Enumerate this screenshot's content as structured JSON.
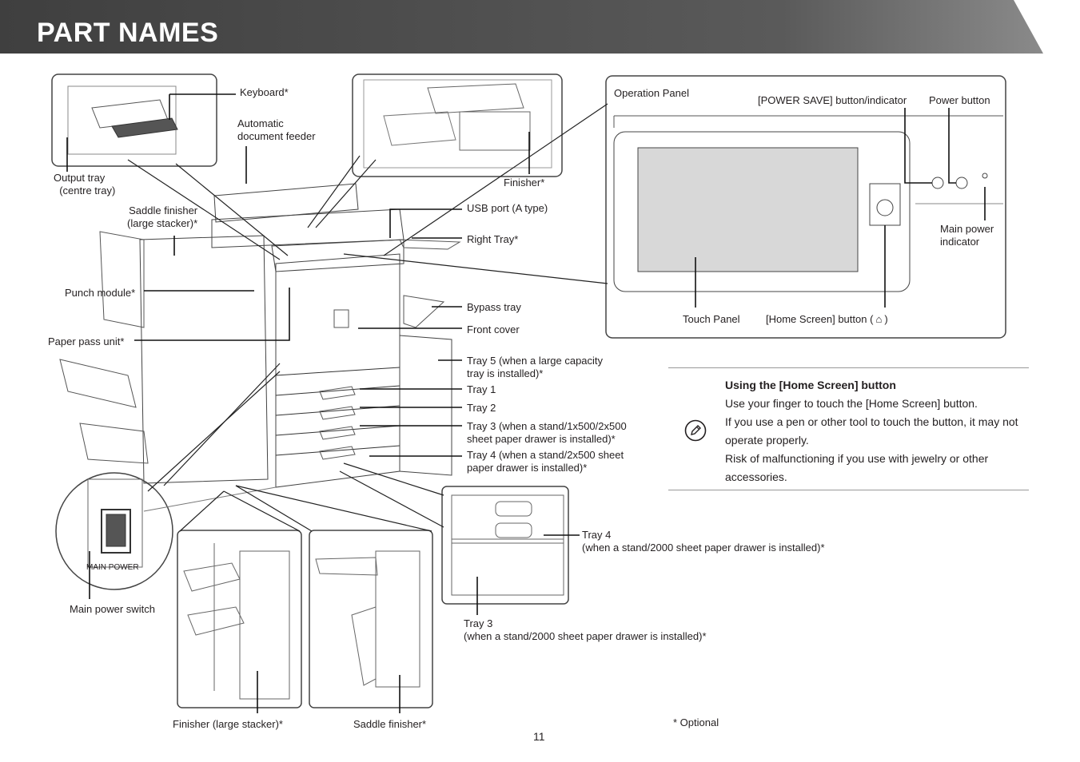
{
  "header": {
    "title": "PART NAMES",
    "color": "#4a4a4a"
  },
  "labels": {
    "keyboard": "Keyboard*",
    "adf": "Automatic\ndocument feeder",
    "output_tray": "Output tray\n  (centre tray)",
    "finisher": "Finisher*",
    "saddle_large": "Saddle finisher\n(large stacker)*",
    "usb": "USB port (A type)",
    "right_tray": "Right Tray*",
    "punch": "Punch module*",
    "bypass": "Bypass tray",
    "front_cover": "Front cover",
    "paper_pass": "Paper pass unit*",
    "tray5": "Tray 5 (when a large capacity\ntray is installed)*",
    "tray1": "Tray 1",
    "tray2": "Tray 2",
    "tray3": "Tray 3 (when a stand/1x500/2x500\nsheet paper drawer is installed)*",
    "tray4": "Tray 4 (when a stand/2x500 sheet\npaper drawer is installed)*",
    "tray4_2000": "Tray 4\n(when a stand/2000 sheet paper drawer is installed)*",
    "tray3_2000": "Tray 3\n(when a stand/2000 sheet paper drawer is installed)*",
    "main_power_switch": "Main power switch",
    "main_power_text": "MAIN POWER",
    "finisher_large": "Finisher (large stacker)*",
    "saddle_finisher": "Saddle finisher*",
    "operation_panel": "Operation Panel",
    "power_save": "[POWER SAVE] button/indicator",
    "power_button": "Power button",
    "main_power_indicator": "Main power\nindicator",
    "touch_panel": "Touch Panel",
    "home_screen": "[Home Screen] button (",
    "home_screen_end": ")"
  },
  "note": {
    "title": "Using the [Home Screen] button",
    "lines": [
      "Use your finger to touch the [Home Screen] button.",
      "If you use a pen or other tool to touch the button, it may not operate properly.",
      "Risk of malfunctioning if you use with jewelry or other accessories."
    ]
  },
  "footer": {
    "optional": "* Optional",
    "page_number": "11"
  }
}
